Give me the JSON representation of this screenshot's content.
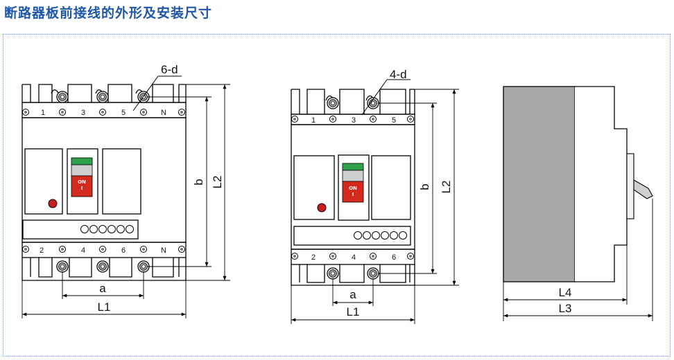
{
  "page": {
    "title": "断路器板前接线的外形及安装尺寸"
  },
  "views": {
    "four_pole": {
      "top_terminals": [
        "1",
        "3",
        "5",
        "N"
      ],
      "bottom_terminals": [
        "2",
        "4",
        "6",
        "N"
      ],
      "hole_label": "6-d",
      "dims": {
        "b": "b",
        "L2": "L2",
        "a": "a",
        "L1": "L1"
      }
    },
    "three_pole": {
      "top_terminals": [
        "1",
        "3",
        "5"
      ],
      "bottom_terminals": [
        "2",
        "4",
        "6"
      ],
      "hole_label": "4-d",
      "dims": {
        "b": "b",
        "L2": "L2",
        "a": "a",
        "L1": "L1"
      }
    },
    "side": {
      "dims": {
        "L4": "L4",
        "L3": "L3"
      }
    }
  },
  "switch_text": {
    "on": "ON",
    "mark": "I"
  },
  "colors": {
    "title": "#1f57a8",
    "handle": "#d42a1e",
    "indicator": "#2ea24a",
    "side_fill": "#a8a8a8",
    "lamp": "#c81e1e"
  }
}
